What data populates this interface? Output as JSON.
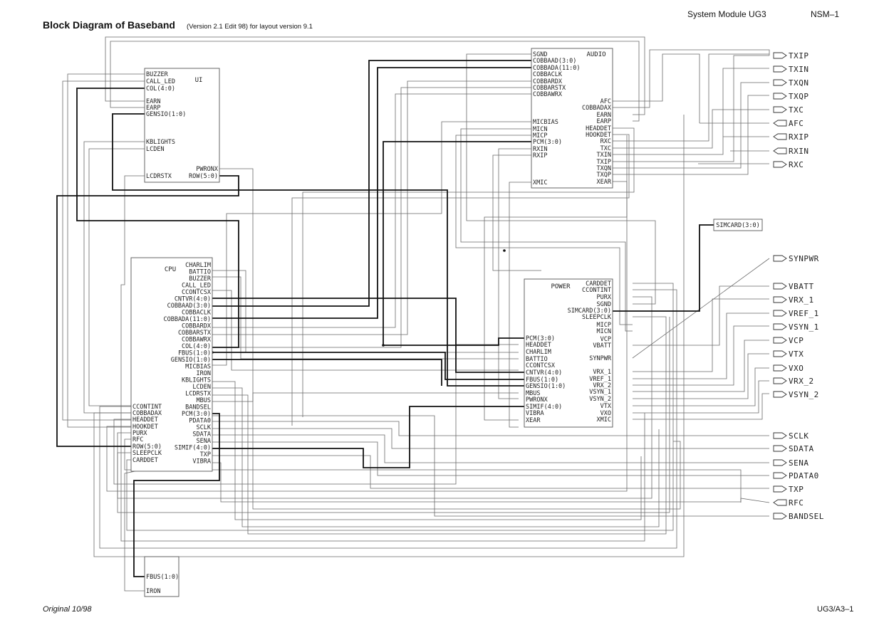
{
  "header": {
    "title": "Block Diagram of Baseband",
    "subtitle": "(Version 2.1  Edit 98) for layout version 9.1",
    "system": "System Module UG3",
    "code": "NSM–1"
  },
  "footer": {
    "original": "Original 10/98",
    "page": "UG3/A3–1"
  },
  "blocks": {
    "ui": {
      "title": "UI",
      "left": [
        "BUZZER",
        "CALL_LED",
        "COL(4:0)",
        "EARN",
        "EARP",
        "GENSIO(1:0)",
        "KBLIGHTS",
        "LCDEN",
        "LCDRSTX"
      ],
      "right": [
        "PWRONX",
        "ROW(5:0)"
      ]
    },
    "audio": {
      "title": "AUDIO",
      "left": [
        "SGND",
        "COBBAAD(3:0)",
        "COBBADA(11:0)",
        "COBBACLK",
        "COBBARDX",
        "COBBARSTX",
        "COBBAWRX",
        "MICBIAS",
        "MICN",
        "MICP",
        "PCM(3:0)",
        "RXIN",
        "RXIP",
        "XMIC"
      ],
      "right": [
        "AFC",
        "COBBADAX",
        "EARN",
        "EARP",
        "HEADDET",
        "HOOKDET",
        "RXC",
        "TXC",
        "TXIN",
        "TXIP",
        "TXQN",
        "TXQP",
        "XEAR"
      ]
    },
    "cpu": {
      "title": "CPU",
      "right": [
        "CHARLIM",
        "BATTIO",
        "BUZZER",
        "CALL_LED",
        "CCONTCSX",
        "CNTVR(4:0)",
        "COBBAAD(3:0)",
        "COBBACLK",
        "COBBADA(11:0)",
        "COBBARDX",
        "COBBARSTX",
        "COBBAWRX",
        "COL(4:0)",
        "FBUS(1:0)",
        "GENSIO(1:0)",
        "MICBIAS",
        "IRON",
        "KBLIGHTS",
        "LCDEN",
        "LCDRSTX",
        "MBUS",
        "BANDSEL",
        "PCM(3:0)",
        "PDATA0",
        "SCLK",
        "SDATA",
        "SENA",
        "SIMIF(4:0)",
        "TXP",
        "VIBRA"
      ],
      "left": [
        "CCONTINT",
        "COBBADAX",
        "HEADDET",
        "HOOKDET",
        "PURX",
        "RFC",
        "ROW(5:0)",
        "SLEEPCLK",
        "CARDDET"
      ]
    },
    "power": {
      "title": "POWER",
      "right": [
        "CARDDET",
        "CCONTINT",
        "PURX",
        "SGND",
        "SIMCARD(3:0)",
        "SLEEPCLK",
        "MICP",
        "MICN",
        "VCP",
        "VBATT",
        "SYNPWR",
        "VRX_1",
        "VREF_1",
        "VRX_2",
        "VSYN_1",
        "VSYN_2",
        "VTX",
        "VXO",
        "XMIC"
      ],
      "left": [
        "PCM(3:0)",
        "HEADDET",
        "CHARLIM",
        "BATTIO",
        "CCONTCSX",
        "CNTVR(4:0)",
        "FBUS(1:0)",
        "GENSIO(1:0)",
        "MBUS",
        "PWRONX",
        "SIMIF(4:0)",
        "VIBRA",
        "XEAR"
      ]
    },
    "simcard": {
      "label": "SIMCARD(3:0)"
    },
    "fbus": {
      "left": [
        "FBUS(1:0)",
        "IRON"
      ]
    }
  },
  "ports": {
    "top": [
      "TXIP",
      "TXIN",
      "TXQN",
      "TXQP",
      "TXC",
      "AFC",
      "RXIP",
      "RXIN",
      "RXC"
    ],
    "top_dir": [
      "out",
      "out",
      "out",
      "out",
      "out",
      "in",
      "in",
      "in",
      "out"
    ],
    "power": [
      "SYNPWR",
      "VBATT",
      "VRX_1",
      "VREF_1",
      "VSYN_1",
      "VCP",
      "VTX",
      "VXO",
      "VRX_2",
      "VSYN_2"
    ],
    "power_dir": [
      "out",
      "out",
      "out",
      "out",
      "out",
      "out",
      "out",
      "out",
      "out",
      "out"
    ],
    "bottom": [
      "SCLK",
      "SDATA",
      "SENA",
      "PDATA0",
      "TXP",
      "RFC",
      "BANDSEL"
    ],
    "bottom_dir": [
      "out",
      "out",
      "out",
      "out",
      "out",
      "in",
      "out"
    ]
  },
  "colors": {
    "line": "#6a6a6a",
    "bus": "#111111",
    "box": "#555555",
    "text": "#222222"
  }
}
